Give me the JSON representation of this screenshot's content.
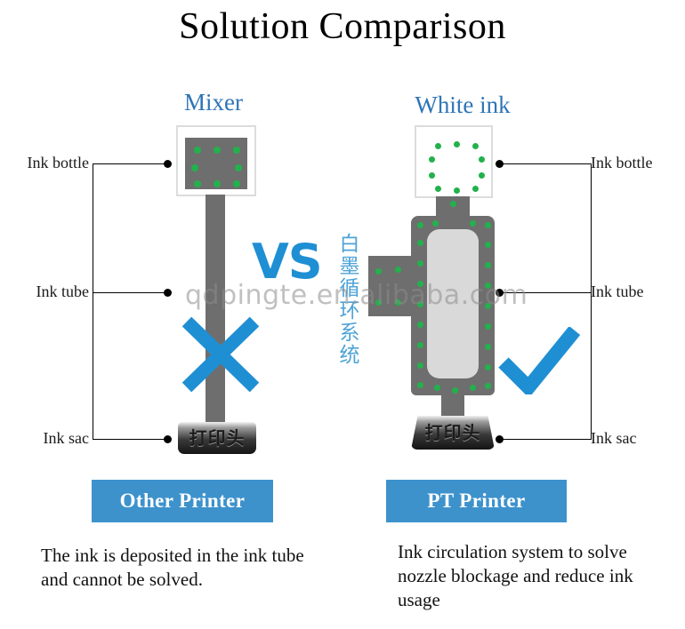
{
  "page": {
    "title": "Solution Comparison",
    "background_color": "#ffffff",
    "accent_color": "#3d92cc",
    "watermark": "qdpingte.en.alibaba.com"
  },
  "headings": {
    "left": "Mixer",
    "right": "White ink",
    "color": "#2e75b6"
  },
  "vs": {
    "label": "VS",
    "color": "#1f8fd4",
    "vertical_chinese": "白墨循环系统",
    "vertical_chinese_color": "#4ea3d6"
  },
  "left_panel": {
    "annotations": [
      {
        "label": "Ink bottle",
        "target": "ink-bottle"
      },
      {
        "label": "Ink tube",
        "target": "ink-tube"
      },
      {
        "label": "Ink sac",
        "target": "ink-sac"
      }
    ],
    "printhead_label": "打印头",
    "verdict": "x",
    "verdict_color": "#1f8fd4",
    "banner": "Other Printer",
    "caption": "The ink is deposited in the ink tube and cannot be solved.",
    "dot_color": "#22b14c",
    "tube_color": "#6e6e6e",
    "bottle_border_color": "#dcdcdc"
  },
  "right_panel": {
    "annotations": [
      {
        "label": "Ink bottle",
        "target": "ink-bottle"
      },
      {
        "label": "Ink tube",
        "target": "ink-tube"
      },
      {
        "label": "Ink sac",
        "target": "ink-sac"
      }
    ],
    "printhead_label": "打印头",
    "verdict": "check",
    "verdict_color": "#1f8fd4",
    "banner": "PT Printer",
    "caption": "Ink circulation system to solve nozzle blockage and reduce ink usage",
    "dot_color": "#22b14c",
    "tube_color": "#6e6e6e",
    "chamber_color": "#d9d9d9",
    "bottle_border_color": "#dcdcdc"
  }
}
